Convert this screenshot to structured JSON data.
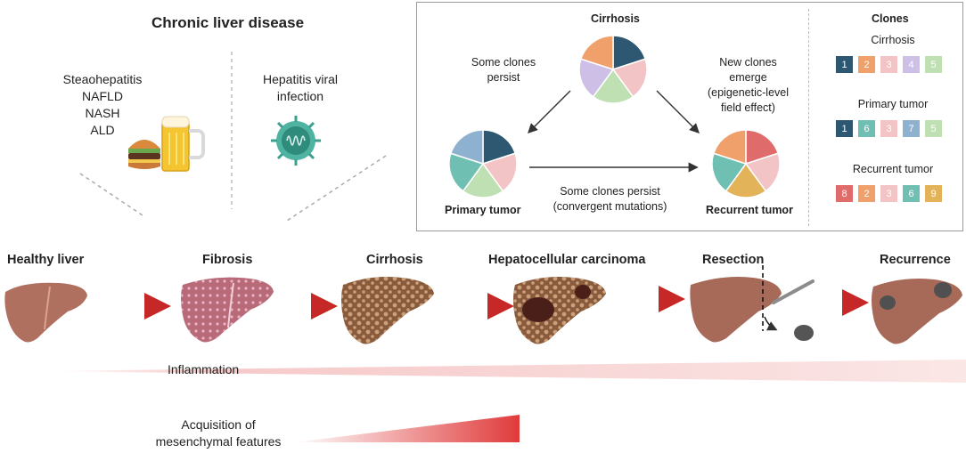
{
  "chronic": {
    "title": "Chronic liver disease",
    "metabolic": [
      "Steaohepatitis",
      "NAFLD",
      "NASH",
      "ALD"
    ],
    "viral": [
      "Hepatitis viral",
      "infection"
    ]
  },
  "clonal_box": {
    "cirrhosis_label": "Cirrhosis",
    "persist_left": [
      "Some clones",
      "persist"
    ],
    "new_clones": [
      "New clones",
      "emerge",
      "(epigenetic-level",
      "field effect)"
    ],
    "primary_label": "Primary tumor",
    "recurrent_label": "Recurrent tumor",
    "persist_bottom": [
      "Some clones persist",
      "(convergent mutations)"
    ]
  },
  "clones_legend": {
    "title": "Clones",
    "groups": [
      {
        "label": "Cirrhosis",
        "items": [
          {
            "n": "1",
            "color": "#2e5871"
          },
          {
            "n": "2",
            "color": "#f0a06a"
          },
          {
            "n": "3",
            "color": "#f2c4c6"
          },
          {
            "n": "4",
            "color": "#cdbfe6"
          },
          {
            "n": "5",
            "color": "#bfe0b2"
          }
        ]
      },
      {
        "label": "Primary tumor",
        "items": [
          {
            "n": "1",
            "color": "#2e5871"
          },
          {
            "n": "6",
            "color": "#6fbfb2"
          },
          {
            "n": "3",
            "color": "#f2c4c6"
          },
          {
            "n": "7",
            "color": "#8fb1d0"
          },
          {
            "n": "5",
            "color": "#bfe0b2"
          }
        ]
      },
      {
        "label": "Recurrent tumor",
        "items": [
          {
            "n": "8",
            "color": "#e06b6b"
          },
          {
            "n": "2",
            "color": "#f0a06a"
          },
          {
            "n": "3",
            "color": "#f2c4c6"
          },
          {
            "n": "6",
            "color": "#6fbfb2"
          },
          {
            "n": "9",
            "color": "#e3b35a"
          }
        ]
      }
    ]
  },
  "stages": [
    "Healthy liver",
    "Fibrosis",
    "Cirrhosis",
    "Hepatocellular carcinoma",
    "Resection",
    "Recurrence"
  ],
  "gradients": {
    "inflammation": "Inflammation",
    "mesenchymal": [
      "Acquisition of",
      "mesenchymal features"
    ]
  },
  "colors": {
    "arrow": "#c62828",
    "liver_healthy": "#b0705f",
    "liver_cirrhotic": "#9a6a4a",
    "gradient_red": "#e03b3b"
  }
}
